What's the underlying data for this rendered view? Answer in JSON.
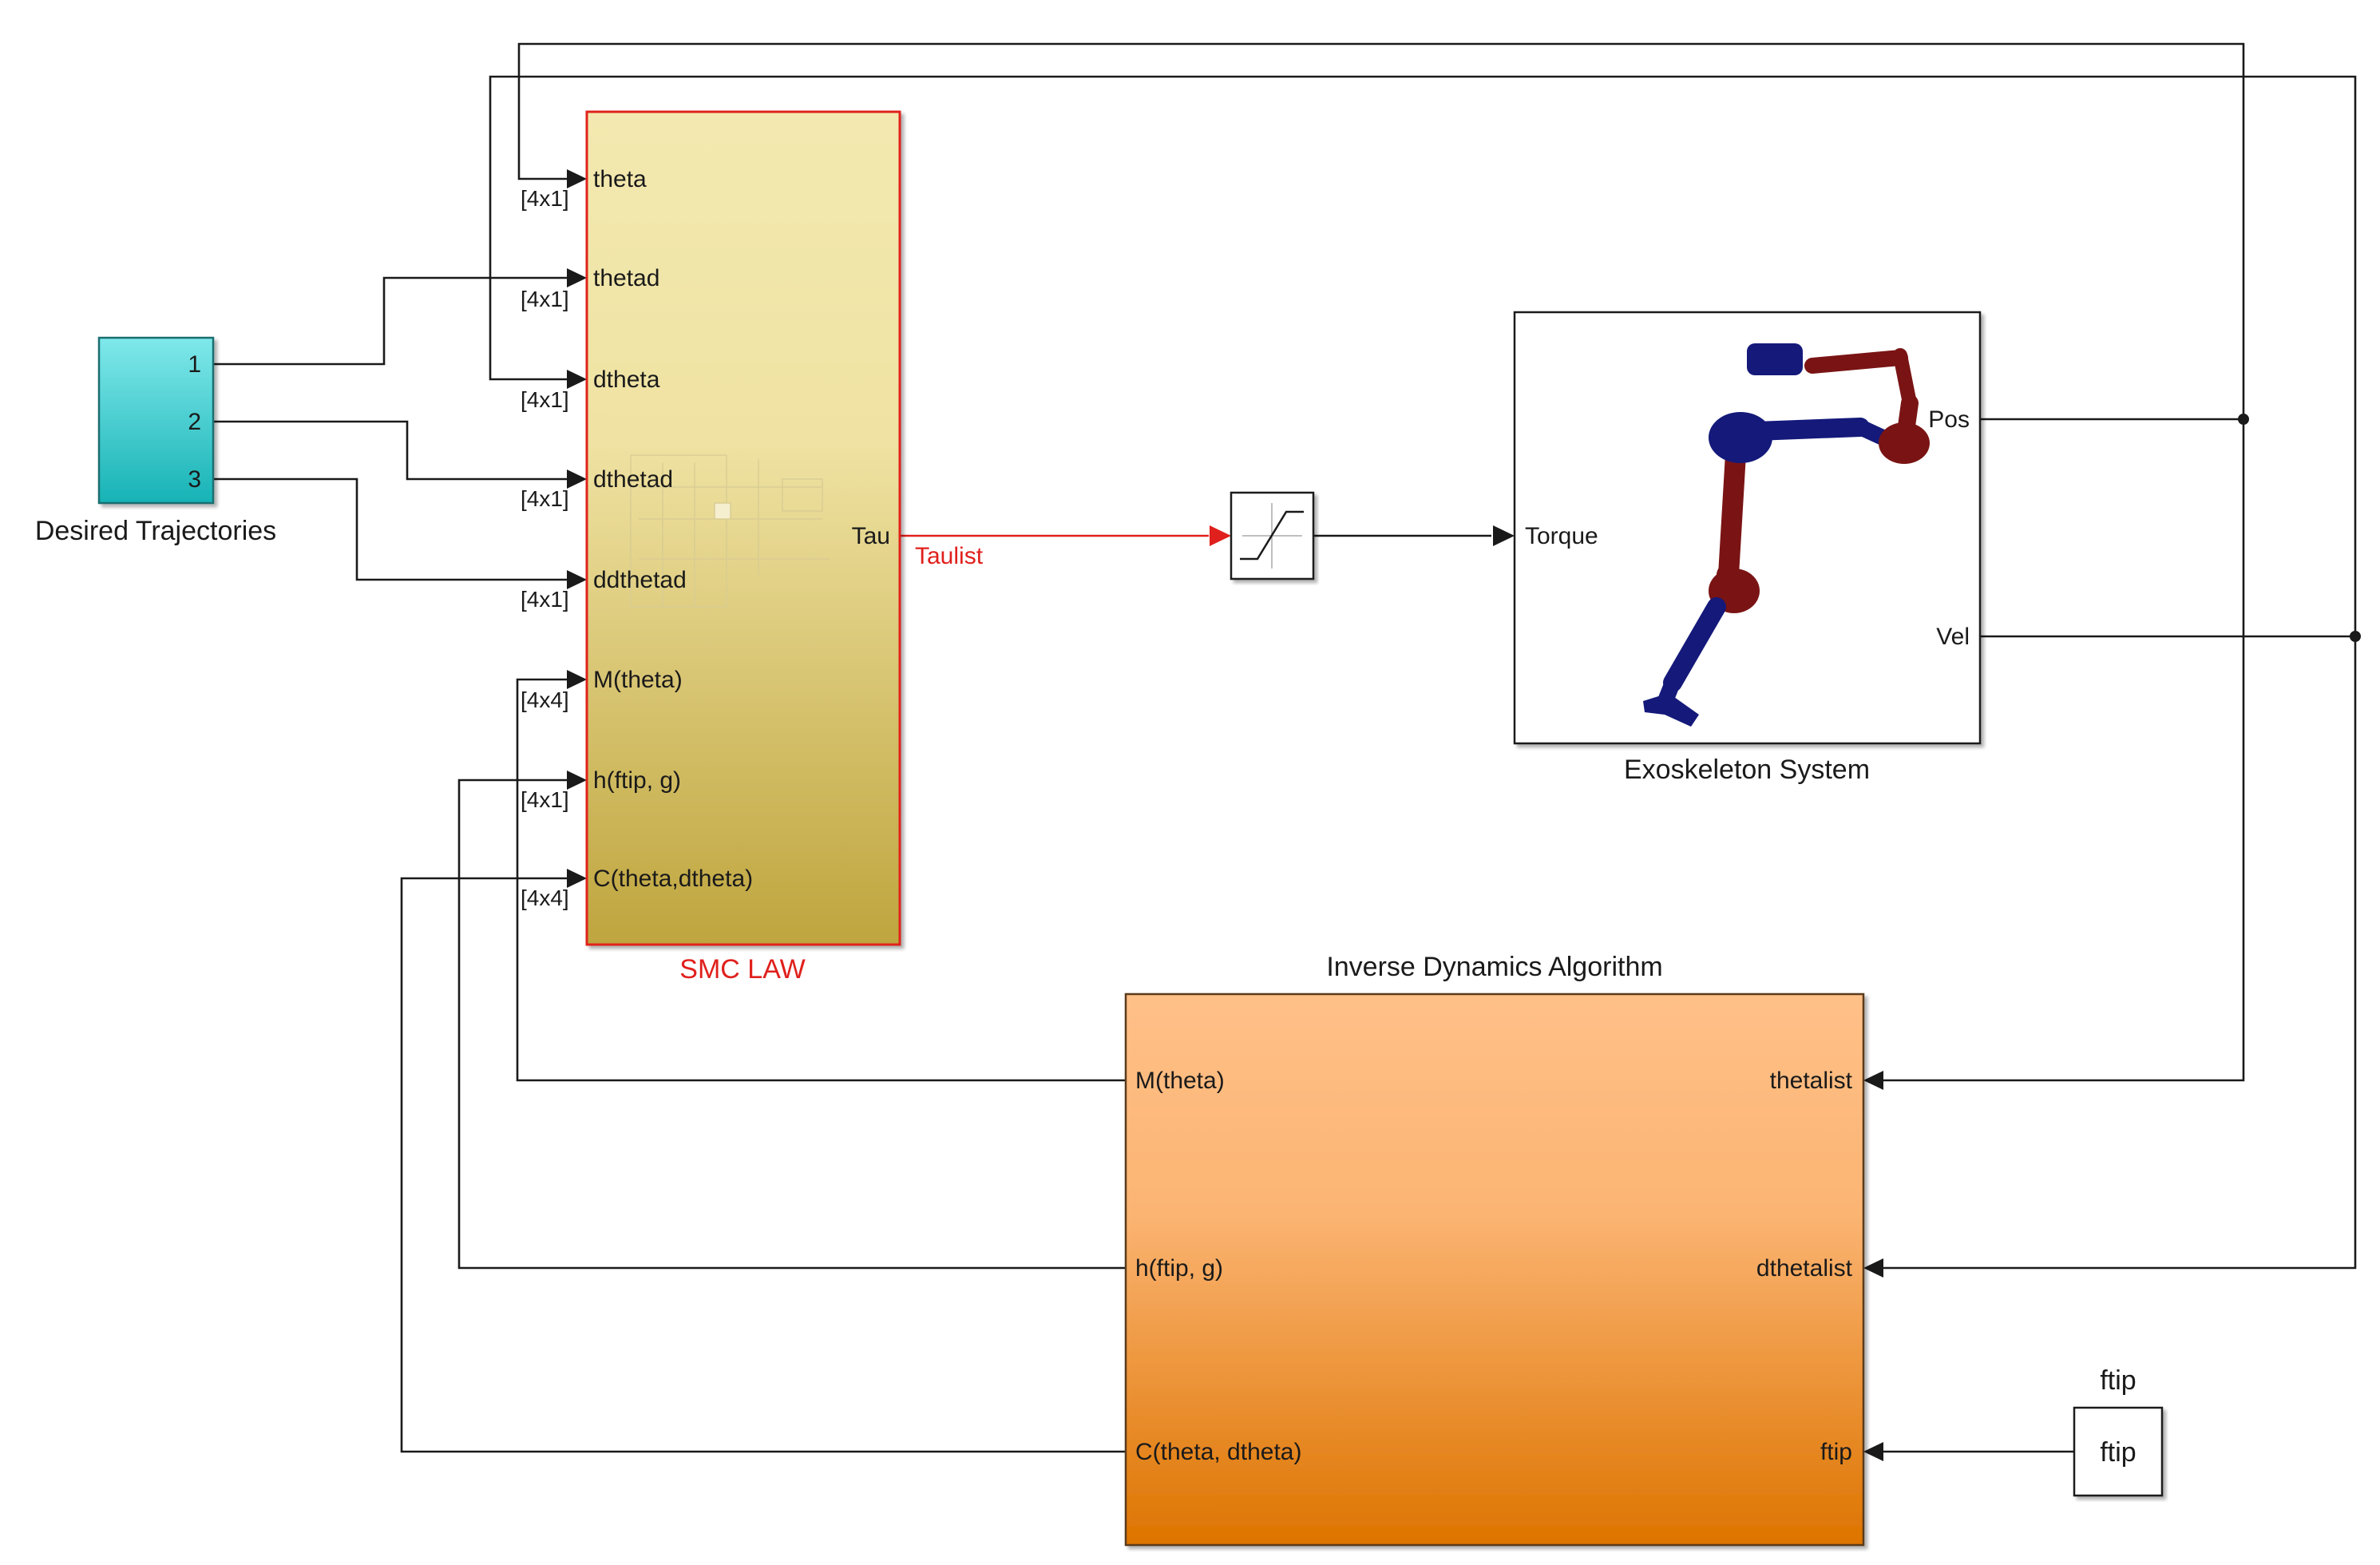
{
  "colors": {
    "wire": "#1a1a1a",
    "signal_red": "#e0201c",
    "trajectory_block": "#2ec9cc",
    "smc_block_top": "#f3e9b0",
    "smc_block_bottom": "#bfa53e",
    "smc_border": "#e0201c",
    "inverse_top": "#ffc088",
    "inverse_bottom": "#dd7400",
    "robot_red": "#7a1414",
    "robot_blue": "#14197a"
  },
  "trajectories": {
    "title": "Desired Trajectories",
    "ports": [
      "1",
      "2",
      "3"
    ]
  },
  "smc": {
    "title": "SMC LAW",
    "inputs": [
      "theta",
      "thetad",
      "dtheta",
      "dthetad",
      "ddthetad",
      "M(theta)",
      "h(ftip, g)",
      "C(theta,dtheta)"
    ],
    "dims": [
      "[4x1]",
      "[4x1]",
      "[4x1]",
      "[4x1]",
      "[4x1]",
      "[4x4]",
      "[4x1]",
      "[4x4]"
    ],
    "output": "Tau",
    "signal": "Taulist"
  },
  "saturation": {
    "icon": "saturation-icon"
  },
  "exo": {
    "title": "Exoskeleton System",
    "input": "Torque",
    "outputs": [
      "Pos",
      "Vel"
    ],
    "icon": "robot-arm-icon"
  },
  "inverse": {
    "title": "Inverse Dynamics Algorithm",
    "outputs": [
      "M(theta)",
      "h(ftip, g)",
      "C(theta, dtheta)"
    ],
    "inputs": [
      "thetalist",
      "dthetalist",
      "ftip"
    ]
  },
  "ftip": {
    "title": "ftip",
    "label": "ftip"
  }
}
